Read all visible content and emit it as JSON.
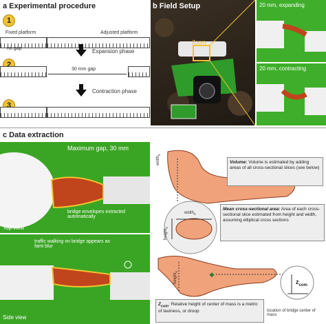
{
  "panel_a": {
    "title": "a  Experimental procedure",
    "labels": {
      "fixed": "Fixed platform",
      "adjusted": "Adjusted platform",
      "nogap": "no gap",
      "expansion": "Expansion phase",
      "gap": "30 mm gap",
      "contraction": "Contraction phase"
    },
    "steps": [
      "1",
      "2",
      "3"
    ]
  },
  "panel_b": {
    "title": "b  Field Setup",
    "zoom": "Zoom",
    "expanding": "20 mm, expanding",
    "contracting": "20 mm, contracting"
  },
  "panel_c": {
    "title": "c  Data extraction",
    "max_gap": "Maximum gap, 30 mm",
    "bridge_note": "bridge envelopes extracted automatically",
    "top_view": "Top view",
    "traffic_note": "traffic walking on bridge appears as faint blur",
    "side_view": "Side view",
    "volume_title": "Volume:",
    "volume_text": " Volume is estimated by adding areas of all cross-sectional slices (see below)",
    "mean_title": "Mean cross-sectional area:",
    "mean_text": " Area of each cross-sectional slice estimated from height and width, assuming elliptical cross sections",
    "zcom_title": "Z",
    "zcom_sub": "com",
    "zcom_text": ": Relative height of center of mass is a metric of tautness, or droop",
    "width_x": "width",
    "width_x_sub": "x",
    "height_x": "height",
    "height_x_sub": "x",
    "zcom_axis": "z",
    "zcom_axis_sub": "com",
    "legend_text": "location of bridge center of mass"
  },
  "colors": {
    "ant_shape": "#f0a27a",
    "ant_stroke": "#8a3a1a",
    "green_bg": "#3aa524",
    "dark_photo": "#2c2418",
    "bridge": "#c0441c",
    "envelope": "#f1c232",
    "center_mark": "#2e7d32"
  }
}
